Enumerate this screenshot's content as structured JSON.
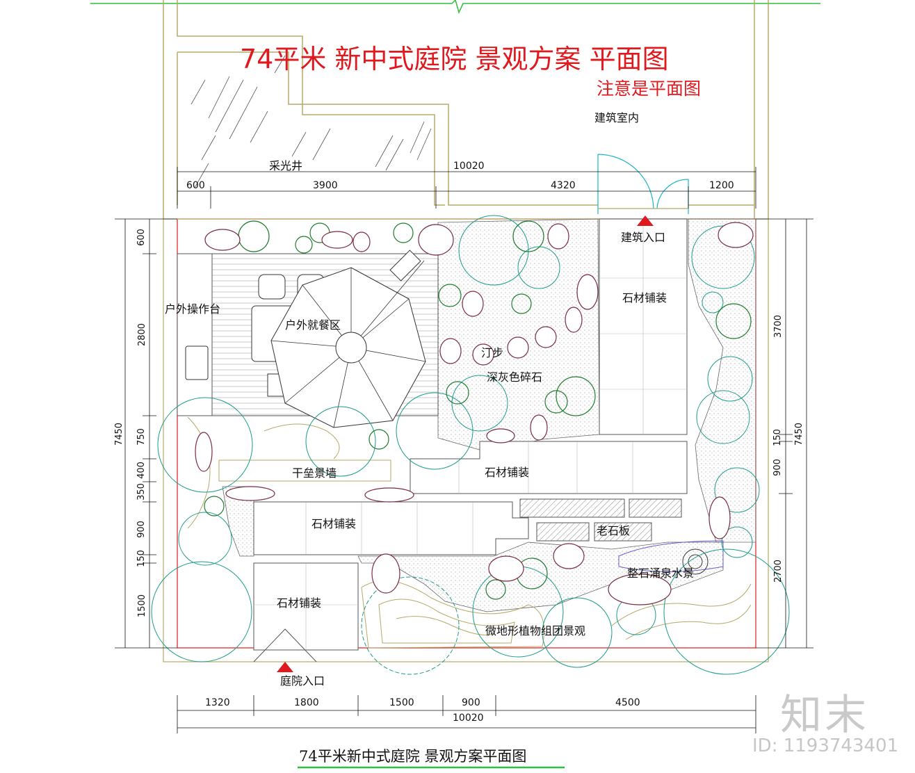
{
  "title": "74平米 新中式庭院 景观方案 平面图",
  "note": "注意是平面图",
  "labels": {
    "interior": "建筑室内",
    "lightwell": "采光井",
    "building_entrance": "建筑入口",
    "stone_paving_1": "石材铺装",
    "outdoor_counter": "户外操作台",
    "outdoor_dining": "户外就餐区",
    "stepping_stones": "汀步",
    "dark_gravel": "深灰色碎石",
    "dry_masonry_wall": "干垒景墙",
    "stone_paving_2": "石材铺装",
    "stone_paving_3": "石材铺装",
    "old_stone_slab": "老石板",
    "stone_fountain": "整石涌泉水景",
    "stone_paving_4": "石材铺装",
    "micro_terrain": "微地形植物组团景观",
    "garden_entrance": "庭院入口"
  },
  "dims_top": {
    "total": "10020",
    "a": "600",
    "b": "3900",
    "c": "4320",
    "d": "1200"
  },
  "dims_bottom": {
    "a": "1320",
    "b": "1800",
    "c": "1500",
    "d": "900",
    "e": "4500",
    "total": "10020"
  },
  "dims_left": {
    "total": "7450",
    "a": "600",
    "b": "2800",
    "c": "750",
    "d": "400",
    "e": "350",
    "f": "900",
    "g": "150",
    "h": "1500"
  },
  "dims_right": {
    "total": "7450",
    "a": "3700",
    "b": "150",
    "c": "900",
    "d": "2700"
  },
  "bottom_title": "74平米新中式庭院  景观方案平面图",
  "watermark": {
    "brand": "知末",
    "id": "ID: 1193743401"
  },
  "colors": {
    "red": "#e0191e",
    "wall": "#b5a968",
    "plant": "#1a9c8a",
    "plant_dark": "#1e7d2c",
    "rock": "#7a2c3e",
    "green_line": "#2fbf3f"
  }
}
